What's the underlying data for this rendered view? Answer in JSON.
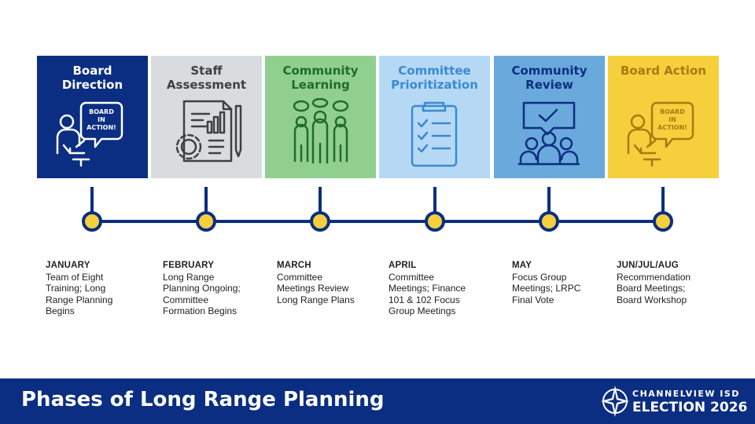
{
  "phases": [
    {
      "title": "Board\nDirection",
      "bg": "#0b2e82",
      "fg": "#ffffff",
      "icon": "board-in-action-icon",
      "icon_text": "BOARD\nIN\nACTION!",
      "month": "JANUARY",
      "desc": "Team of Eight\nTraining; Long\nRange Planning\nBegins"
    },
    {
      "title": "Staff\nAssessment",
      "bg": "#d9dcdf",
      "fg": "#404040",
      "icon": "assessment-document-gear-icon",
      "month": "FEBRUARY",
      "desc": "Long Range\nPlanning Ongoing;\nCommittee\nFormation Begins"
    },
    {
      "title": "Community\nLearning",
      "bg": "#90cf8e",
      "fg": "#1f6b2c",
      "icon": "people-talking-icon",
      "month": "MARCH",
      "desc": "Committee\nMeetings Review\nLong Range Plans"
    },
    {
      "title": "Committee\nPrioritization",
      "bg": "#b5d9f5",
      "fg": "#3a8ad2",
      "icon": "clipboard-checklist-icon",
      "month": "APRIL",
      "desc": "Committee\nMeetings; Finance\n101 & 102 Focus\nGroup Meetings"
    },
    {
      "title": "Community\nReview",
      "bg": "#6aa9dc",
      "fg": "#0b2e82",
      "icon": "group-check-speech-icon",
      "month": "MAY",
      "desc": "Focus Group\nMeetings; LRPC\nFinal Vote"
    },
    {
      "title": "Board Action",
      "bg": "#f6cf3d",
      "fg": "#a87a12",
      "icon": "board-in-action-icon",
      "icon_text": "BOARD\nIN\nACTION!",
      "month": "JUN/JUL/AUG",
      "desc": "Recommendation\nBoard Meetings;\nBoard Workshop"
    }
  ],
  "colors": {
    "timeline_line": "#0b2e82",
    "timeline_dot": "#f6cf3d"
  },
  "footer": {
    "title": "Phases of Long Range Planning",
    "logo_top": "CHANNELVIEW ISD",
    "logo_bottom": "ELECTION 2026"
  }
}
